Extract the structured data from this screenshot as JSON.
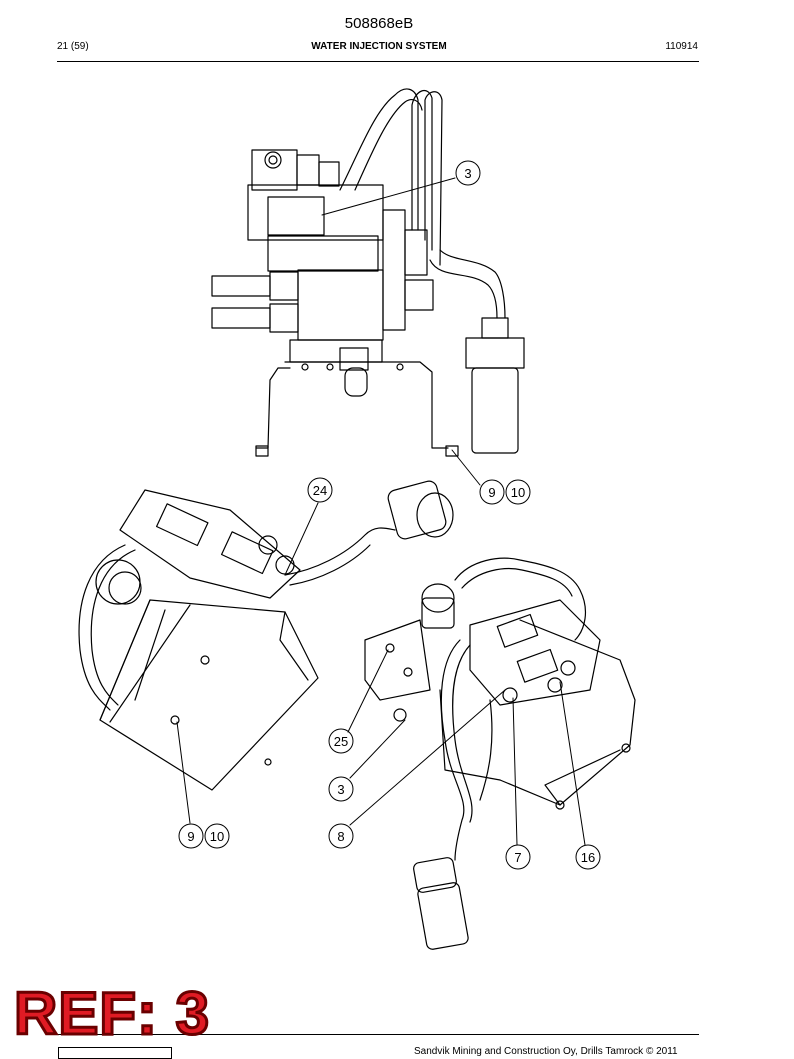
{
  "header": {
    "doc_id": "508868eB",
    "page": "21 (59)",
    "section_title": "WATER INJECTION SYSTEM",
    "date_code": "110914"
  },
  "callouts": {
    "c1": "3",
    "c2a": "9",
    "c2b": "10",
    "c3": "24",
    "c4": "25",
    "c5": "3",
    "c6": "9",
    "c6b": "10",
    "c7": "8",
    "c8": "7",
    "c9": "16"
  },
  "footer": {
    "copyright": "Sandvik Mining and Construction Oy, Drills Tamrock © 2011",
    "ref_stamp": "REF: 3"
  }
}
